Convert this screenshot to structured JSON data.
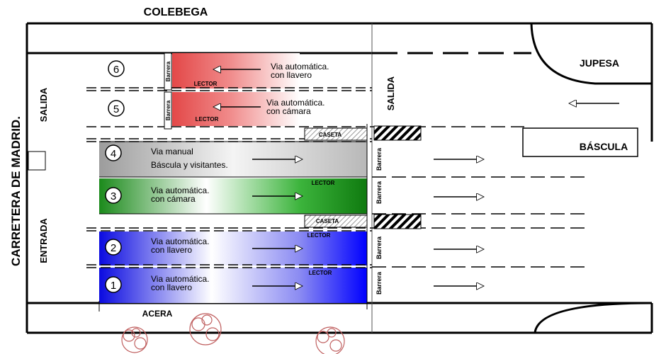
{
  "labels": {
    "top_road": "COLEBEGA",
    "left_road": "CARRETERA   DE   MADRID.",
    "right_company": "JUPESA",
    "bascula": "BÁSCULA",
    "acera": "ACERA",
    "salida_left": "SALIDA",
    "salida_right": "SALIDA",
    "entrada": "ENTRADA",
    "caseta": "CASETA",
    "lector": "LECTOR",
    "barrera": "Barrera"
  },
  "lanes": [
    {
      "number": "6",
      "line1": "Via automática.",
      "line2": "con llavero",
      "direction": "left",
      "color": "#e85050"
    },
    {
      "number": "5",
      "line1": "Via automática.",
      "line2": "con cámara",
      "direction": "left",
      "color": "#e85050"
    },
    {
      "number": "4",
      "line1": "Via manual",
      "line2": "Báscula  y visitantes.",
      "direction": "right",
      "color": "#9a9a9a"
    },
    {
      "number": "3",
      "line1": "Via automática.",
      "line2": "con cámara",
      "direction": "right",
      "color": "#1a9a1a"
    },
    {
      "number": "2",
      "line1": "Via automática.",
      "line2": "con llavero",
      "direction": "right",
      "color": "#0a0aee"
    },
    {
      "number": "1",
      "line1": "Via automática.",
      "line2": "con llavero",
      "direction": "right",
      "color": "#0a0aee"
    }
  ]
}
